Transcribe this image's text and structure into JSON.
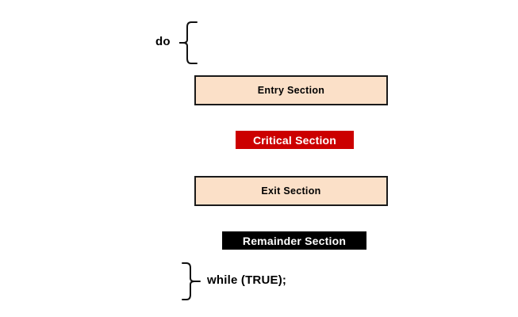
{
  "diagram": {
    "title": "do-while critical section structure",
    "keywords": {
      "do": "do",
      "while": "while (TRUE);"
    },
    "braces": {
      "open": "opening-curly-brace",
      "close": "closing-curly-brace"
    },
    "blocks": [
      {
        "id": "entry-section",
        "label": "Entry Section",
        "style": "box",
        "fill": "#FBE0C8",
        "border": "#1A1A1A",
        "text_color": "#000000"
      },
      {
        "id": "critical-section",
        "label": "Critical Section",
        "style": "band",
        "fill": "#CC0000",
        "text_color": "#FFFFFF"
      },
      {
        "id": "exit-section",
        "label": "Exit Section",
        "style": "box",
        "fill": "#FBE0C8",
        "border": "#1A1A1A",
        "text_color": "#000000"
      },
      {
        "id": "remainder-section",
        "label": "Remainder Section",
        "style": "band",
        "fill": "#000000",
        "text_color": "#FFFFFF"
      }
    ],
    "background": "#FFFFFF"
  }
}
